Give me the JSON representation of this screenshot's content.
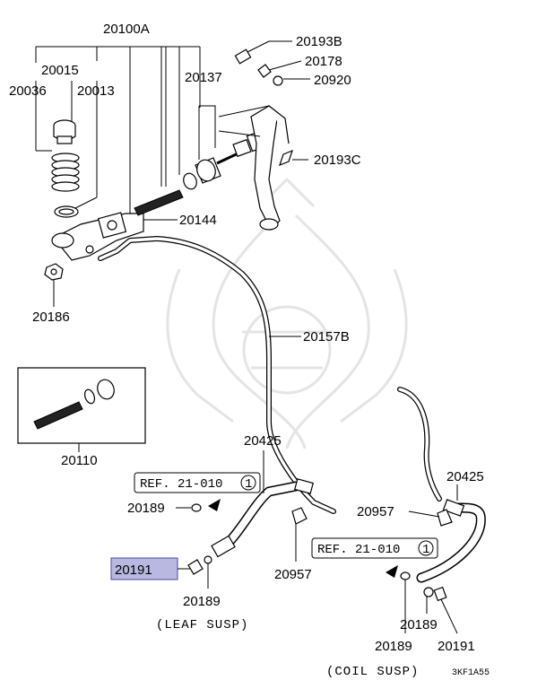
{
  "parts": {
    "p20100A": "20100A",
    "p20015": "20015",
    "p20036": "20036",
    "p20013": "20013",
    "p20137": "20137",
    "p20193B": "20193B",
    "p20178": "20178",
    "p20920": "20920",
    "p20193C": "20193C",
    "p20144": "20144",
    "p20186": "20186",
    "p20157B": "20157B",
    "p20110": "20110",
    "p20425_left": "20425",
    "p20425_right": "20425",
    "p20189_a": "20189",
    "p20189_b": "20189",
    "p20189_c": "20189",
    "p20189_d": "20189",
    "p20191_highlight": "20191",
    "p20191_right": "20191",
    "p20957_left": "20957",
    "p20957_right": "20957"
  },
  "refs": {
    "left_prefix": "REF. 21-010",
    "left_num": "1",
    "right_prefix": "REF. 21-010",
    "right_num": "1"
  },
  "notes": {
    "leaf": "(LEAF SUSP)",
    "coil": "(COIL SUSP)",
    "diagram_code": "3KF1A55"
  },
  "colors": {
    "highlight_fill": "#b8b8e0",
    "highlight_border": "#4a4aa0",
    "watermark": "#e4e4e4"
  }
}
